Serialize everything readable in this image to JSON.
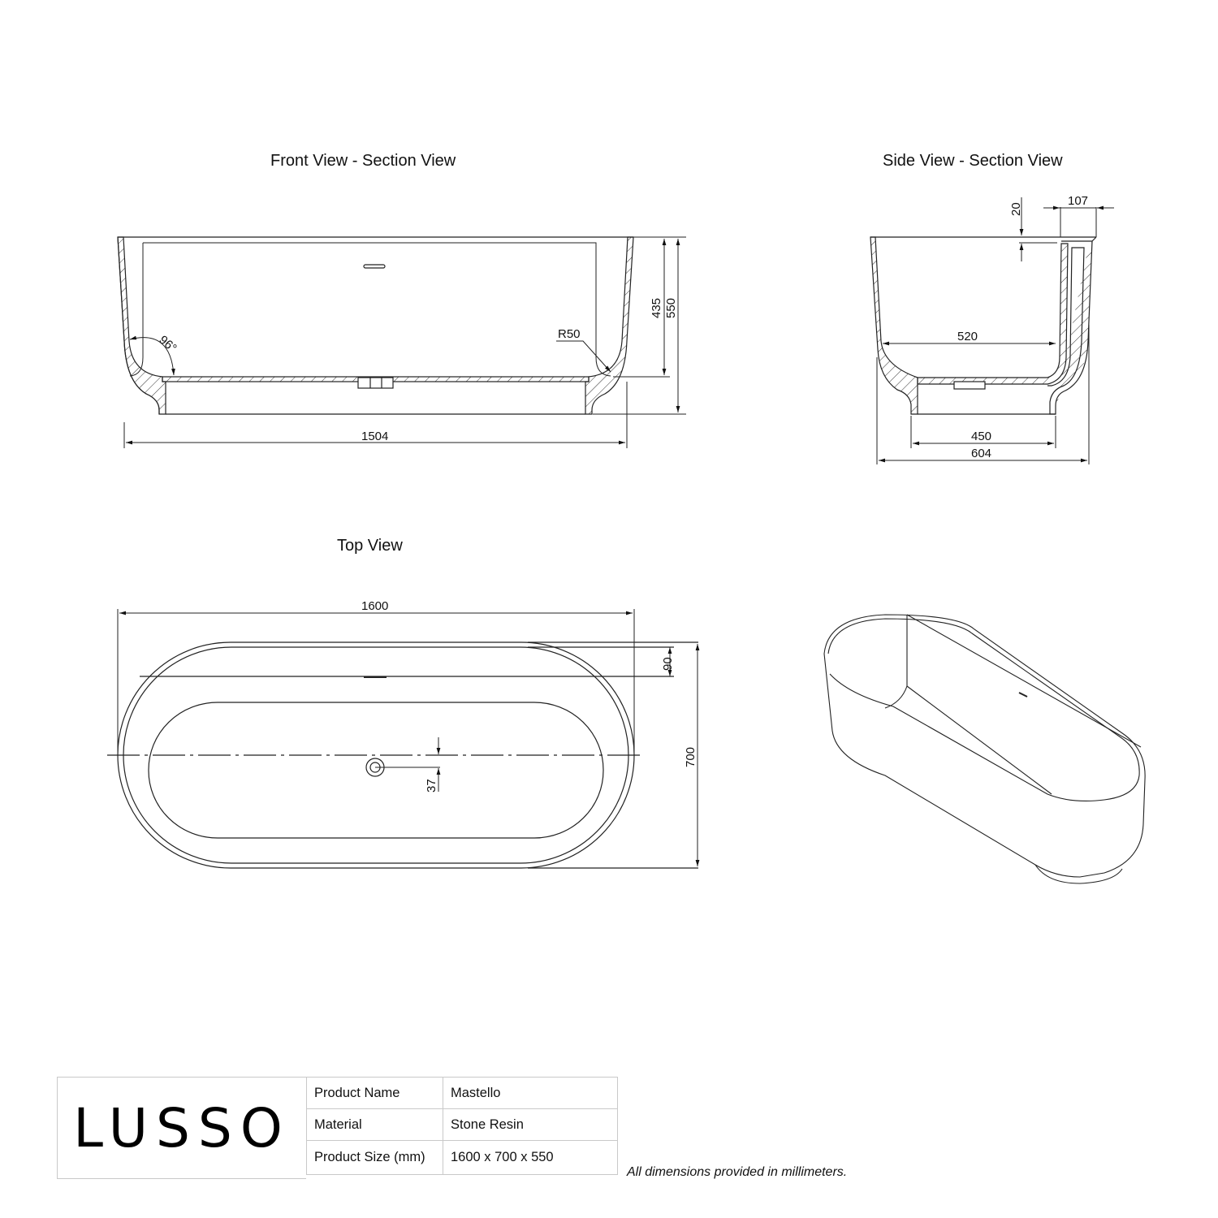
{
  "views": {
    "front": {
      "title": "Front View - Section View"
    },
    "side": {
      "title": "Side View - Section View"
    },
    "top": {
      "title": "Top View"
    }
  },
  "dimensions": {
    "front": {
      "width": "1504",
      "inner_depth": "435",
      "height": "550",
      "angle": "96°",
      "radius": "R50"
    },
    "side": {
      "rim_drop": "20",
      "backrest": "107",
      "inner_width": "520",
      "base_width": "450",
      "overall_width": "604"
    },
    "top": {
      "length": "1600",
      "width": "700",
      "rim": "90",
      "drain_offset": "37"
    }
  },
  "title_block": {
    "logo": "LUSSO",
    "rows": [
      {
        "label": "Product Name",
        "value": "Mastello"
      },
      {
        "label": "Material",
        "value": "Stone Resin"
      },
      {
        "label": "Product Size (mm)",
        "value": "1600 x 700 x 550"
      }
    ]
  },
  "note": "All dimensions provided in millimeters."
}
